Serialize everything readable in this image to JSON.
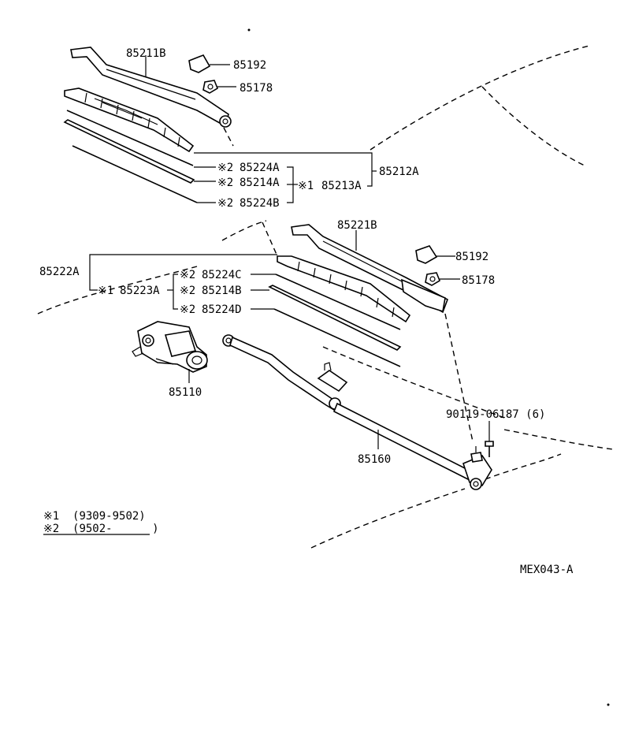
{
  "parts": {
    "arm_driver": "85211B",
    "cap_upper": "85192",
    "nut_upper": "85178",
    "blade_driver": "85212A",
    "blade_driver_alt": "85213A",
    "refill_a1": "85224A",
    "rubber_a": "85214A",
    "refill_b": "85224B",
    "arm_passenger": "85221B",
    "cap_lower": "85192",
    "nut_lower": "85178",
    "blade_passenger": "85222A",
    "blade_passenger_alt": "85223A",
    "refill_c": "85224C",
    "rubber_b": "85214B",
    "refill_d": "85224D",
    "motor": "85110",
    "link": "85160",
    "bolt": "90119-06187 (6)"
  },
  "marks": {
    "x1": "※1",
    "x2": "※2"
  },
  "legend": {
    "line1": "※1  (9309-9502)",
    "line2": "※2  (9502-      )"
  },
  "code": "MEX043-A"
}
